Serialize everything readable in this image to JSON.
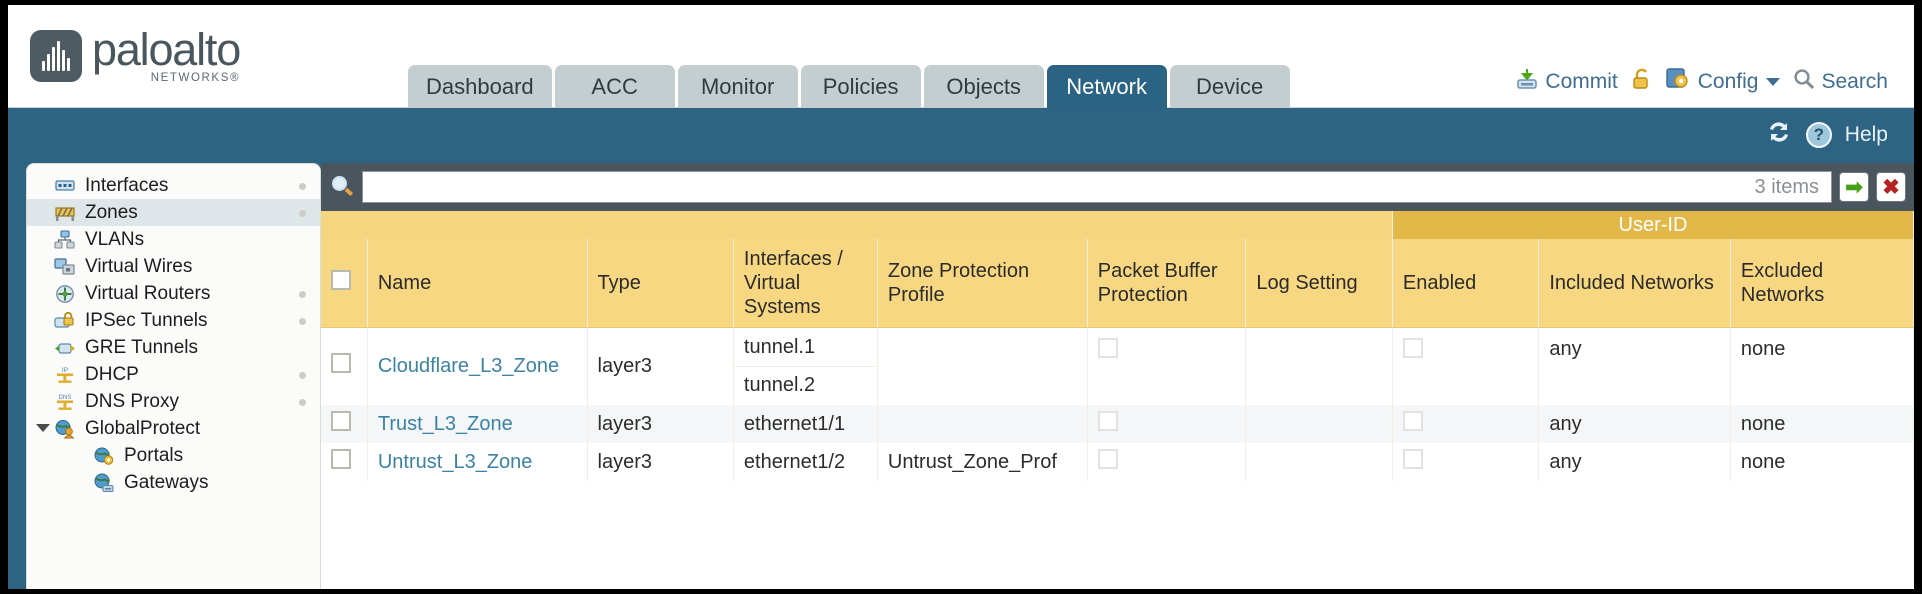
{
  "brand": {
    "name": "paloalto",
    "sub": "NETWORKS®"
  },
  "tabs": [
    {
      "label": "Dashboard",
      "active": false
    },
    {
      "label": "ACC",
      "active": false
    },
    {
      "label": "Monitor",
      "active": false
    },
    {
      "label": "Policies",
      "active": false
    },
    {
      "label": "Objects",
      "active": false
    },
    {
      "label": "Network",
      "active": true
    },
    {
      "label": "Device",
      "active": false
    }
  ],
  "top_actions": {
    "commit": "Commit",
    "lock_icon": "unlock-icon",
    "config": "Config",
    "search": "Search"
  },
  "band": {
    "refresh_icon": "refresh-icon",
    "help": "Help"
  },
  "sidebar": {
    "items": [
      {
        "label": "Interfaces",
        "icon": "interfaces-icon",
        "selected": false,
        "dot": true,
        "sub": false,
        "twisty": false
      },
      {
        "label": "Zones",
        "icon": "zones-icon",
        "selected": true,
        "dot": true,
        "sub": false,
        "twisty": false
      },
      {
        "label": "VLANs",
        "icon": "vlans-icon",
        "selected": false,
        "dot": false,
        "sub": false,
        "twisty": false
      },
      {
        "label": "Virtual Wires",
        "icon": "virtual-wires-icon",
        "selected": false,
        "dot": false,
        "sub": false,
        "twisty": false
      },
      {
        "label": "Virtual Routers",
        "icon": "virtual-routers-icon",
        "selected": false,
        "dot": true,
        "sub": false,
        "twisty": false
      },
      {
        "label": "IPSec Tunnels",
        "icon": "ipsec-tunnels-icon",
        "selected": false,
        "dot": true,
        "sub": false,
        "twisty": false
      },
      {
        "label": "GRE Tunnels",
        "icon": "gre-tunnels-icon",
        "selected": false,
        "dot": false,
        "sub": false,
        "twisty": false
      },
      {
        "label": "DHCP",
        "icon": "dhcp-icon",
        "selected": false,
        "dot": true,
        "sub": false,
        "twisty": false
      },
      {
        "label": "DNS Proxy",
        "icon": "dns-proxy-icon",
        "selected": false,
        "dot": true,
        "sub": false,
        "twisty": false
      },
      {
        "label": "GlobalProtect",
        "icon": "globalprotect-icon",
        "selected": false,
        "dot": false,
        "sub": false,
        "twisty": true
      },
      {
        "label": "Portals",
        "icon": "portals-icon",
        "selected": false,
        "dot": false,
        "sub": true,
        "twisty": false
      },
      {
        "label": "Gateways",
        "icon": "gateways-icon",
        "selected": false,
        "dot": false,
        "sub": true,
        "twisty": false
      }
    ]
  },
  "filter": {
    "value": "",
    "placeholder": "",
    "item_count": "3 items",
    "apply_label": "➡",
    "clear_label": "✖"
  },
  "table": {
    "group_header": "User-ID",
    "columns": [
      "Name",
      "Type",
      "Interfaces / Virtual Systems",
      "Zone Protection Profile",
      "Packet Buffer Protection",
      "Log Setting",
      "Enabled",
      "Included Networks",
      "Excluded Networks"
    ],
    "rows": [
      {
        "selected": false,
        "name": "Cloudflare_L3_Zone",
        "type": "layer3",
        "interfaces": [
          "tunnel.1",
          "tunnel.2"
        ],
        "zone_protection_profile": "",
        "packet_buffer_protection": false,
        "log_setting": "",
        "userid_enabled": false,
        "included_networks": "any",
        "excluded_networks": "none"
      },
      {
        "selected": false,
        "name": "Trust_L3_Zone",
        "type": "layer3",
        "interfaces": [
          "ethernet1/1"
        ],
        "zone_protection_profile": "",
        "packet_buffer_protection": false,
        "log_setting": "",
        "userid_enabled": false,
        "included_networks": "any",
        "excluded_networks": "none"
      },
      {
        "selected": false,
        "name": "Untrust_L3_Zone",
        "type": "layer3",
        "interfaces": [
          "ethernet1/2"
        ],
        "zone_protection_profile": "Untrust_Zone_Prof",
        "packet_buffer_protection": false,
        "log_setting": "",
        "userid_enabled": false,
        "included_networks": "any",
        "excluded_networks": "none"
      }
    ]
  },
  "colors": {
    "brand_blue": "#2d6484",
    "tab_inactive": "#c4ced1",
    "header_gold": "#f7d781",
    "group_gold": "#e2b949",
    "link": "#3b82a3"
  }
}
